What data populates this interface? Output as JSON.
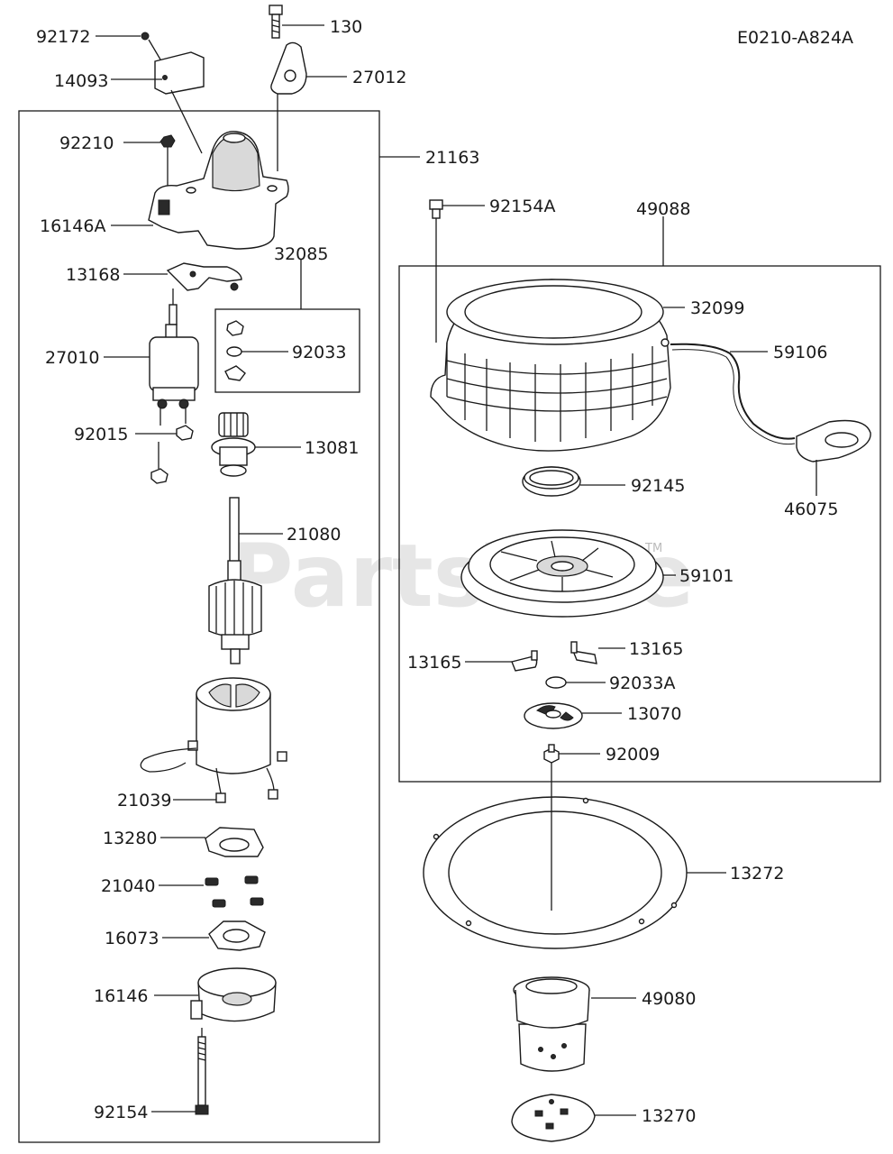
{
  "diagram_code": "E0210-A824A",
  "watermark": {
    "text": "PartsTree",
    "tm": "TM"
  },
  "labels": {
    "p92172": "92172",
    "p130": "130",
    "p14093": "14093",
    "p27012": "27012",
    "p92210": "92210",
    "p21163": "21163",
    "p16146A": "16146A",
    "p32085": "32085",
    "p13168": "13168",
    "p27010": "27010",
    "p92033": "92033",
    "p92015": "92015",
    "p13081": "13081",
    "p21080": "21080",
    "p21039": "21039",
    "p13280": "13280",
    "p21040": "21040",
    "p16073": "16073",
    "p16146": "16146",
    "p92154": "92154",
    "p92154A": "92154A",
    "p49088": "49088",
    "p32099": "32099",
    "p59106": "59106",
    "p46075": "46075",
    "p92145": "92145",
    "p59101": "59101",
    "p13165a": "13165",
    "p13165b": "13165",
    "p92033A": "92033A",
    "p13070": "13070",
    "p92009": "92009",
    "p13272": "13272",
    "p49080": "49080",
    "p13270": "13270"
  }
}
